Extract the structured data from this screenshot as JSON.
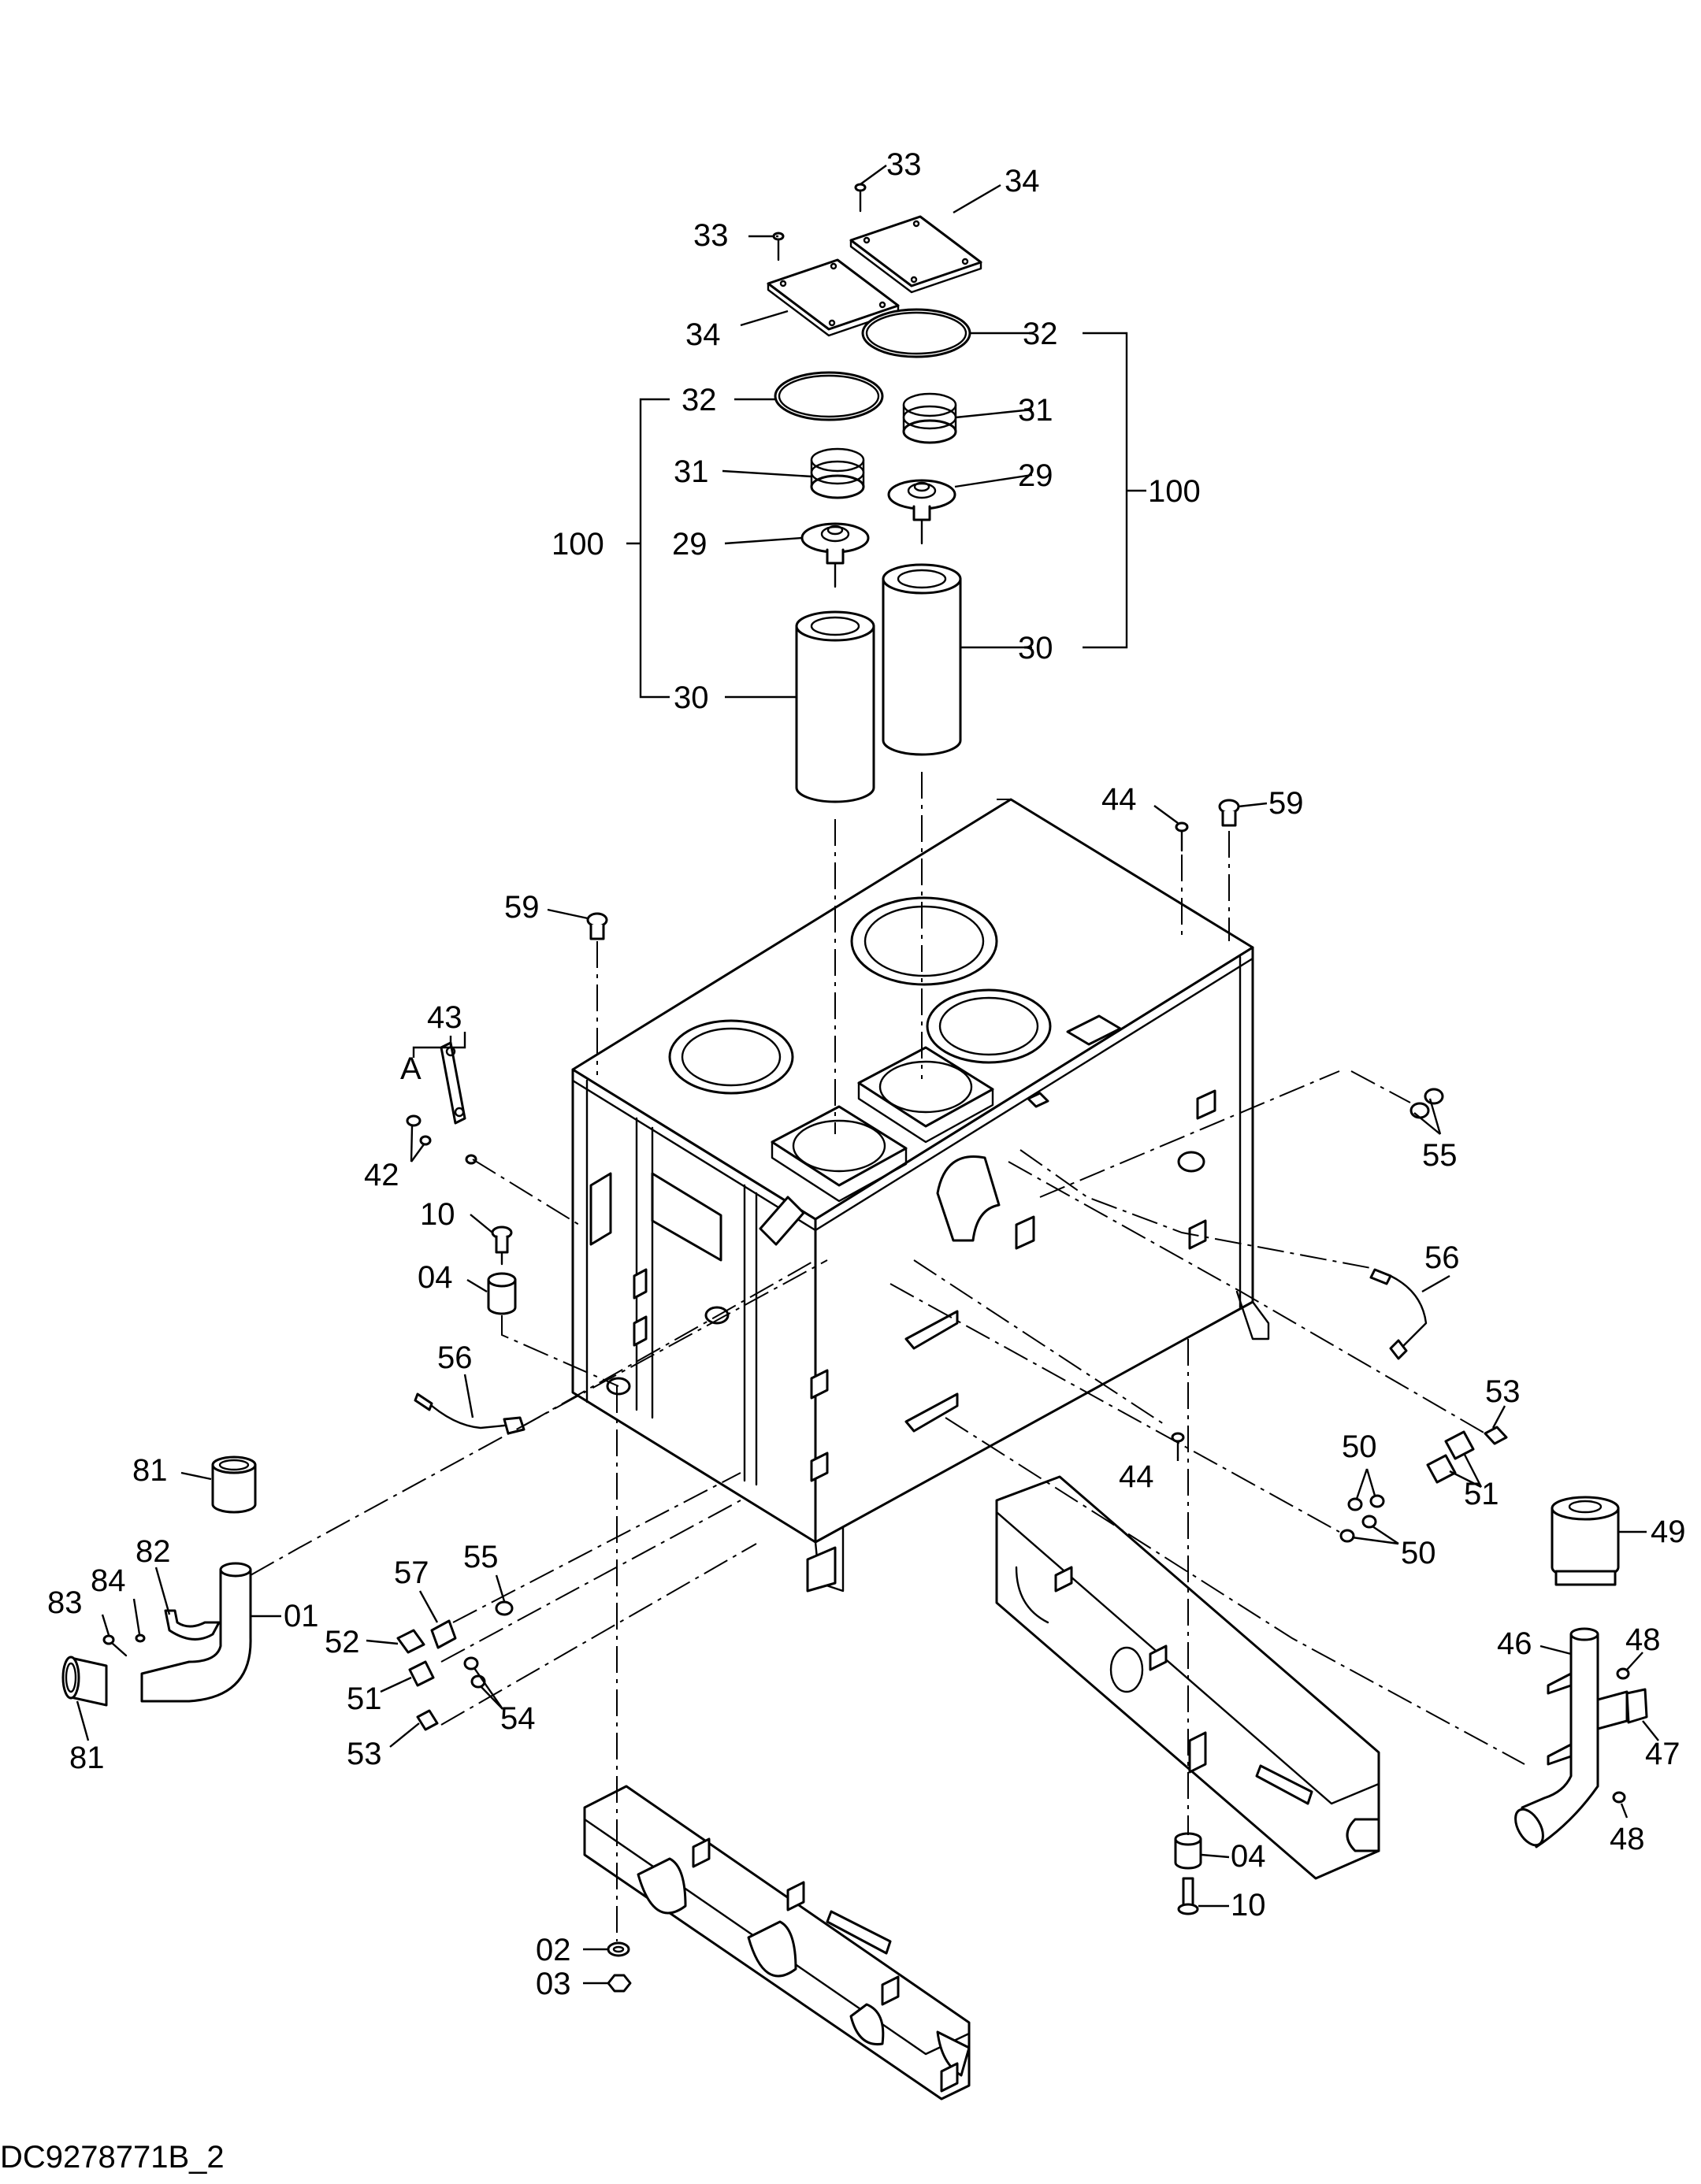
{
  "drawing": {
    "document_id": "DC9278771B_2",
    "view_marker": "A"
  },
  "callouts": {
    "n33a": "33",
    "n33b": "33",
    "n34a": "34",
    "n34b": "34",
    "n32l": "32",
    "n32r": "32",
    "n31l": "31",
    "n31r": "31",
    "n29l": "29",
    "n29r": "29",
    "n30l": "30",
    "n30r": "30",
    "n100l": "100",
    "n100r": "100",
    "n44top": "44",
    "n59top": "59",
    "n59left": "59",
    "n43": "43",
    "n42": "42",
    "n10left": "10",
    "n04left": "04",
    "n56left": "56",
    "n56right": "56",
    "n55right": "55",
    "n53right": "53",
    "n50top": "50",
    "n50bot": "50",
    "n51right": "51",
    "n44mid": "44",
    "n49": "49",
    "n46": "46",
    "n48top": "48",
    "n47": "47",
    "n48bot": "48",
    "n81top": "81",
    "n82": "82",
    "n84": "84",
    "n83": "83",
    "n01": "01",
    "n81bot": "81",
    "n57": "57",
    "n55left": "55",
    "n52": "52",
    "n51left": "51",
    "n54": "54",
    "n53left": "53",
    "n04right": "04",
    "n10right": "10",
    "n02": "02",
    "n03": "03"
  }
}
